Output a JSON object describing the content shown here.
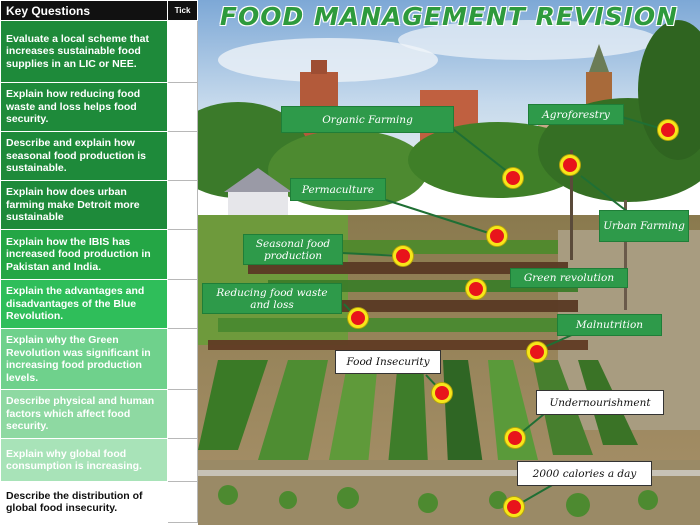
{
  "table": {
    "header_question": "Key Questions",
    "header_tick": "Tick",
    "rows": [
      {
        "text": "Evaluate a local scheme that increases sustainable food supplies in an LIC or NEE.",
        "color": "#1e8a3a"
      },
      {
        "text": "Explain how reducing food waste and loss helps food security.",
        "color": "#1e8a3a"
      },
      {
        "text": "Describe and explain how seasonal food production is sustainable.",
        "color": "#1e8a3a"
      },
      {
        "text": "Explain how does urban farming make Detroit more sustainable",
        "color": "#1e8a3a"
      },
      {
        "text": "Explain how the IBIS has increased food production in Pakistan and India.",
        "color": "#24a645"
      },
      {
        "text": "Explain the advantages and disadvantages of the Blue Revolution.",
        "color": "#2fbe5a"
      },
      {
        "text": "Explain why the Green Revolution was significant in increasing food production levels.",
        "color": "#6fd18c"
      },
      {
        "text": "Describe physical and human factors which affect food security.",
        "color": "#8ed9a2"
      },
      {
        "text": "Explain why global food consumption is increasing.",
        "color": "#a8e3b8"
      },
      {
        "text": "Describe the distribution of global food insecurity.",
        "color": "#ffffff"
      }
    ]
  },
  "title": "FOOD MANAGEMENT REVISION",
  "labels": {
    "organic_farming": "Organic Farming",
    "agroforestry": "Agroforestry",
    "permaculture": "Permaculture",
    "urban_farming": "Urban Farming",
    "seasonal_food_production": "Seasonal food production",
    "green_revolution": "Green revolution",
    "reducing_food_waste": "Reducing food waste and loss",
    "malnutrition": "Malnutrition",
    "food_insecurity": "Food Insecurity",
    "undernourishment": "Undernourishment",
    "calories": "2000 calories a day"
  },
  "colors": {
    "label_green": "#2e9a4a",
    "title_green": "#2e9a3c",
    "marker_red": "#e8141b",
    "marker_yellow": "#f7e61a"
  }
}
